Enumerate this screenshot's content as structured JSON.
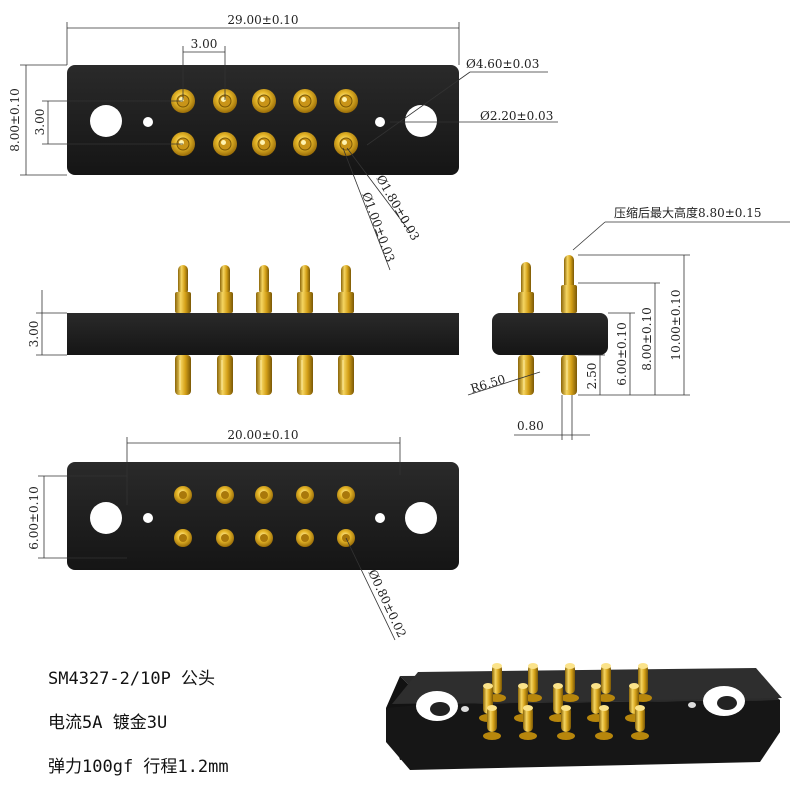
{
  "product": {
    "model": "SM4327-2/10P 公头",
    "current_plating": "电流5A 镀金3U",
    "force_stroke": "弹力100gf 行程1.2mm"
  },
  "dimensions": {
    "overall_length": "29.00±0.10",
    "pitch": "3.00",
    "body_height": "8.00±0.10",
    "row_pitch": "3.00",
    "hole_large": "Ø4.60±0.03",
    "hole_small": "Ø2.20±0.03",
    "pin_outer": "Ø1.80±0.03",
    "pin_inner": "Ø1.00±0.03",
    "compressed_height": "压缩后最大高度8.80±0.15",
    "body_thickness": "3.00",
    "radius": "R6.50",
    "tail_length": "2.50",
    "tail_height": "6.00±0.10",
    "side_height": "8.00±0.10",
    "total_height": "10.00±0.10",
    "tail_offset": "0.80",
    "pin_span": "20.00±0.10",
    "bottom_height": "6.00±0.10",
    "bottom_pin": "Ø0.80±0.02"
  },
  "colors": {
    "body": "#1e1e1e",
    "gold": "#d4a017",
    "gold_dark": "#8a6508",
    "gold_light": "#f5d561"
  }
}
